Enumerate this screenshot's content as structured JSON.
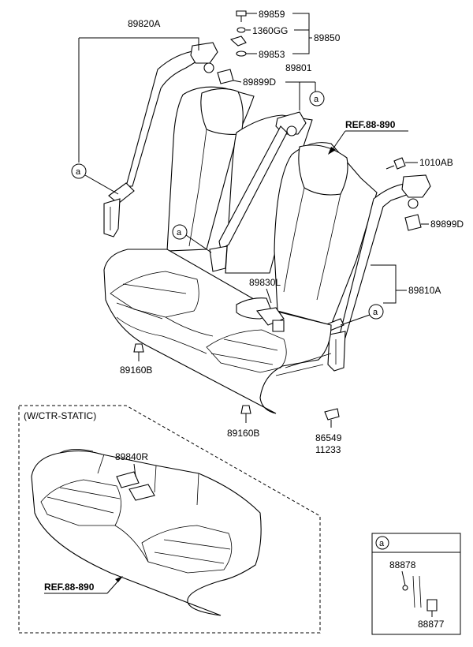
{
  "labels": {
    "p89820A": "89820A",
    "p89859": "89859",
    "p1360GG": "1360GG",
    "p89850": "89850",
    "p89853": "89853",
    "p89801": "89801",
    "p89899D_top": "89899D",
    "ref_top": "REF.88-890",
    "p1010AB": "1010AB",
    "p89899D_right": "89899D",
    "p89830L": "89830L",
    "p89810A": "89810A",
    "p89160B_left": "89160B",
    "p89160B_mid": "89160B",
    "p86549": "86549",
    "p11233": "11233",
    "ctr_title": "(W/CTR-STATIC)",
    "p89840R": "89840R",
    "ref_bottom": "REF.88-890",
    "p88878": "88878",
    "p88877": "88877"
  },
  "callouts": {
    "a": "a"
  }
}
